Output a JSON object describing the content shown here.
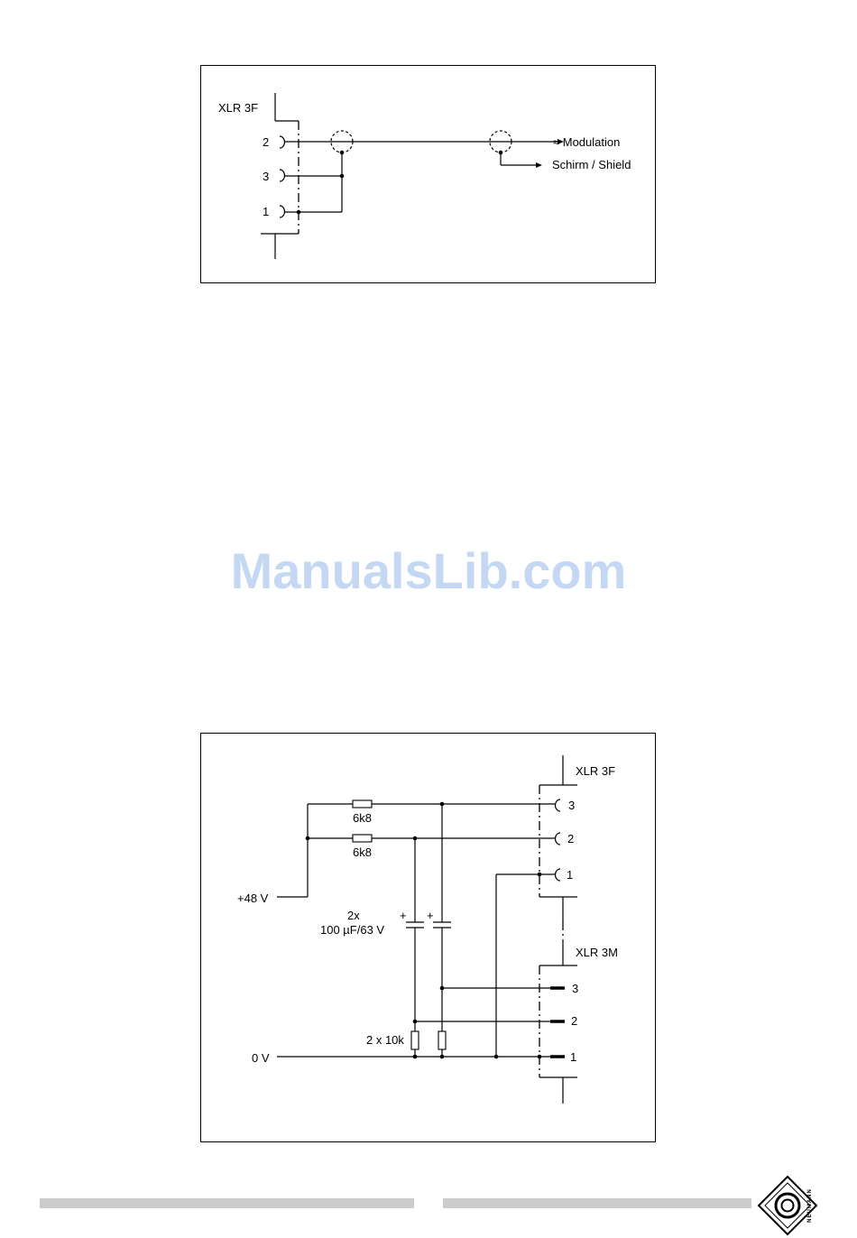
{
  "watermark": "ManualsLib.com",
  "diagram_top": {
    "connector_label": "XLR 3F",
    "pins": [
      "2",
      "3",
      "1"
    ],
    "output_modulation": "≈ Modulation",
    "output_shield": "Schirm / Shield"
  },
  "diagram_bottom": {
    "connector_top_label": "XLR 3F",
    "connector_bottom_label": "XLR 3M",
    "top_pins": [
      "3",
      "2",
      "1"
    ],
    "bottom_pins": [
      "3",
      "2",
      "1"
    ],
    "resistor_1": "6k8",
    "resistor_2": "6k8",
    "supply_label": "+48 V",
    "ground_label": "0 V",
    "capacitor_count": "2x",
    "capacitor_value": "100 µF/63 V",
    "capacitor_plus_1": "+",
    "capacitor_plus_2": "+",
    "resistor_pair": "2 x 10k"
  },
  "logo": {
    "icon": "neumann-diamond-logo",
    "text": "NEUMANN"
  }
}
